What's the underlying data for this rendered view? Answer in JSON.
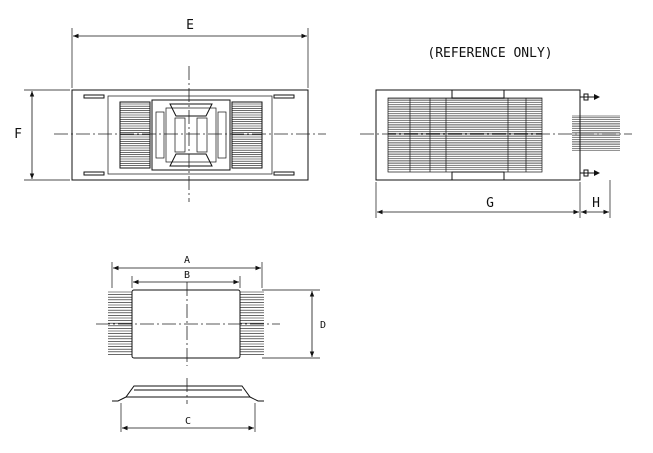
{
  "reference_note": "(REFERENCE ONLY)",
  "dimension_labels": {
    "E": "E",
    "F": "F",
    "G": "G",
    "H": "H",
    "A": "A",
    "B": "B",
    "C": "C",
    "D": "D"
  },
  "colors": {
    "line": "#111111",
    "background": "#ffffff"
  }
}
